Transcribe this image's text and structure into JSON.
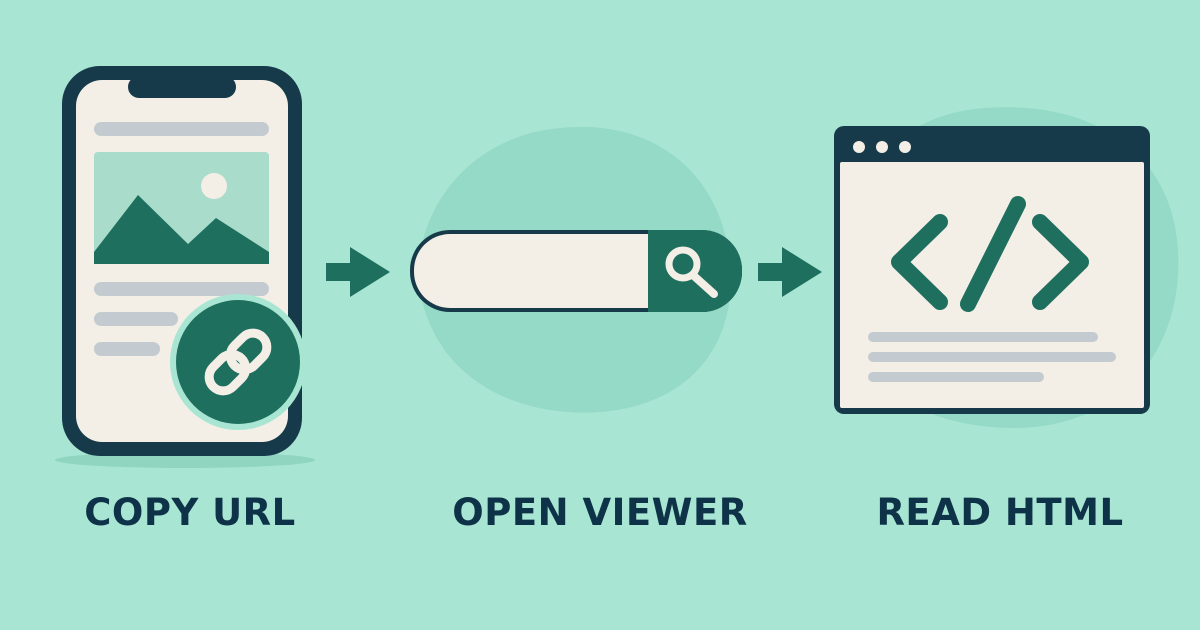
{
  "steps": [
    {
      "label": "COPY URL",
      "icon": "phone-with-link-icon"
    },
    {
      "label": "OPEN VIEWER",
      "icon": "search-bar-icon"
    },
    {
      "label": "READ HTML",
      "icon": "browser-code-window-icon"
    }
  ],
  "colors": {
    "background": "#a8e6d3",
    "blob": "#8fd6c2",
    "navy": "#163a4a",
    "teal": "#1f6f5f",
    "paper": "#f3eee6",
    "gray": "#c3cbd0",
    "label": "#0e3348"
  }
}
